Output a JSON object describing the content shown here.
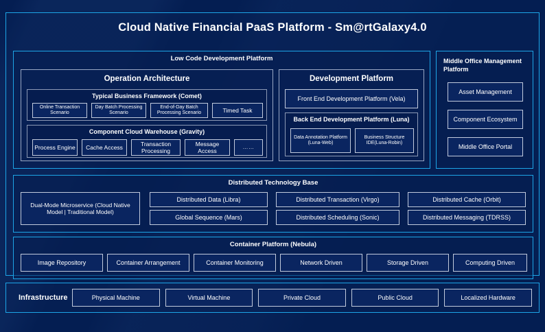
{
  "title": "Cloud Native Financial PaaS Platform - Sm@rtGalaxy4.0",
  "colors": {
    "background": "#041e52",
    "accent_border": "#1da6e8",
    "box_border": "#c2cbdd",
    "box_fill": "#0a2560",
    "text": "#ffffff"
  },
  "low_code": {
    "title": "Low Code Development Platform",
    "operation_architecture": {
      "title": "Operation Architecture",
      "typical_business_framework": {
        "title": "Typical Business Framework (Comet)",
        "items": [
          "Online Transaction Scenario",
          "Day Batch Processing Scenario",
          "End-of-Day Batch Processing Scenario",
          "Timed Task"
        ]
      },
      "component_cloud_warehouse": {
        "title": "Component Cloud Warehouse (Gravity)",
        "items": [
          "Process Engine",
          "Cache Access",
          "Transaction Processing",
          "Message Access",
          "……"
        ]
      }
    },
    "development_platform": {
      "title": "Development Platform",
      "front_end": "Front End Development Platform (Vela)",
      "back_end": {
        "title": "Back End Development Platform (Luna)",
        "items": [
          "Data Annotation Platform (Luna-Web)",
          "Business Structure IDE(Luna-Robin)"
        ]
      }
    }
  },
  "middle_office": {
    "title": "Middle Office Management Platform",
    "items": [
      "Asset Management",
      "Component Ecosystem",
      "Middle Office Portal"
    ]
  },
  "distributed_technology_base": {
    "title": "Distributed Technology Base",
    "highlight": "Dual-Mode Microservice (Cloud Native Model | Traditional Model)",
    "items": [
      "Distributed Data (Libra)",
      "Global Sequence (Mars)",
      "Distributed Transaction (Virgo)",
      "Distributed Scheduling (Sonic)",
      "Distributed Cache (Orbit)",
      "Distributed Messaging (TDRSS)"
    ]
  },
  "container_platform": {
    "title": "Container Platform (Nebula)",
    "items": [
      "Image Repository",
      "Container Arrangement",
      "Container Monitoring",
      "Network Driven",
      "Storage Driven",
      "Computing Driven"
    ]
  },
  "infrastructure": {
    "label": "Infrastructure",
    "items": [
      "Physical Machine",
      "Virtual Machine",
      "Private Cloud",
      "Public Cloud",
      "Localized Hardware"
    ]
  }
}
